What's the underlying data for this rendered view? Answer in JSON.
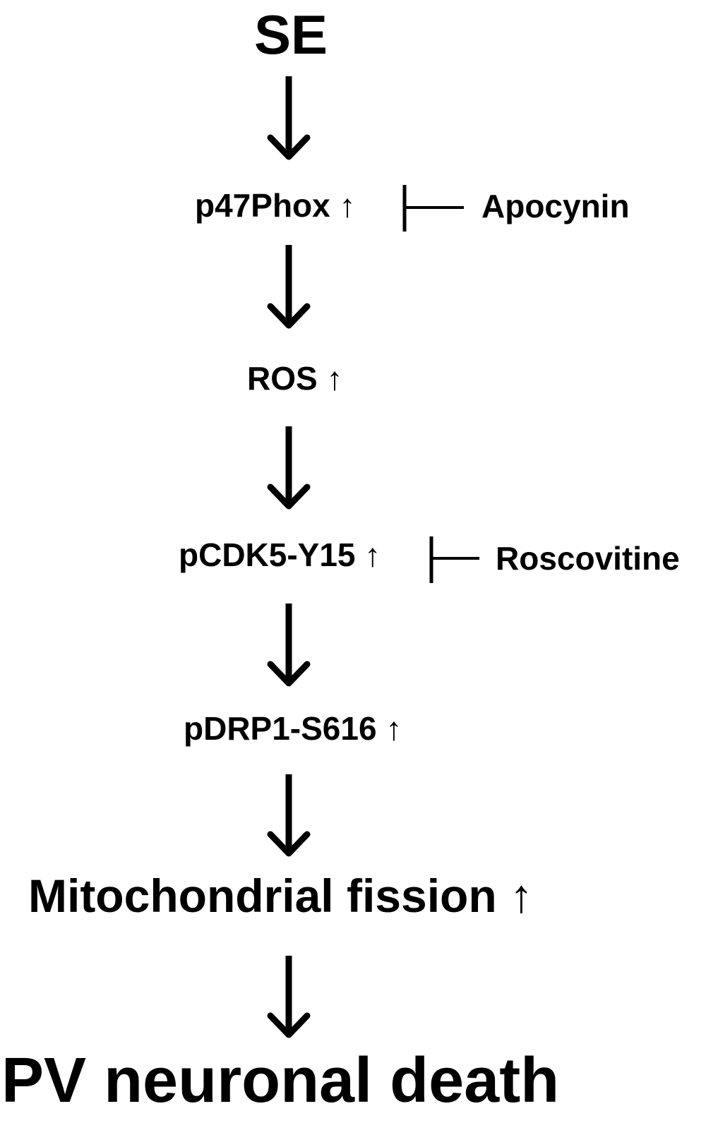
{
  "diagram": {
    "nodes": {
      "se": {
        "label": "SE",
        "arrow": ""
      },
      "p47phox": {
        "label": "p47Phox",
        "arrow": "↑"
      },
      "ros": {
        "label": "ROS",
        "arrow": "↑"
      },
      "pcdk5": {
        "label": "pCDK5-Y15",
        "arrow": "↑"
      },
      "pdrp1": {
        "label": "pDRP1-S616",
        "arrow": "↑"
      },
      "fission": {
        "label": "Mitochondrial fission",
        "arrow": "↑"
      },
      "death": {
        "label": "PV neuronal death",
        "arrow": ""
      }
    },
    "inhibitors": {
      "apocynin": {
        "label": "Apocynin",
        "target": "p47Phox"
      },
      "roscovitine": {
        "label": "Roscovitine",
        "target": "pCDK5-Y15"
      }
    },
    "edges": [
      {
        "from": "SE",
        "to": "p47Phox"
      },
      {
        "from": "p47Phox",
        "to": "ROS"
      },
      {
        "from": "ROS",
        "to": "pCDK5-Y15"
      },
      {
        "from": "pCDK5-Y15",
        "to": "pDRP1-S616"
      },
      {
        "from": "pDRP1-S616",
        "to": "Mitochondrial fission"
      },
      {
        "from": "Mitochondrial fission",
        "to": "PV neuronal death"
      }
    ],
    "colors": {
      "foreground": "#000000",
      "background": "#ffffff"
    }
  }
}
